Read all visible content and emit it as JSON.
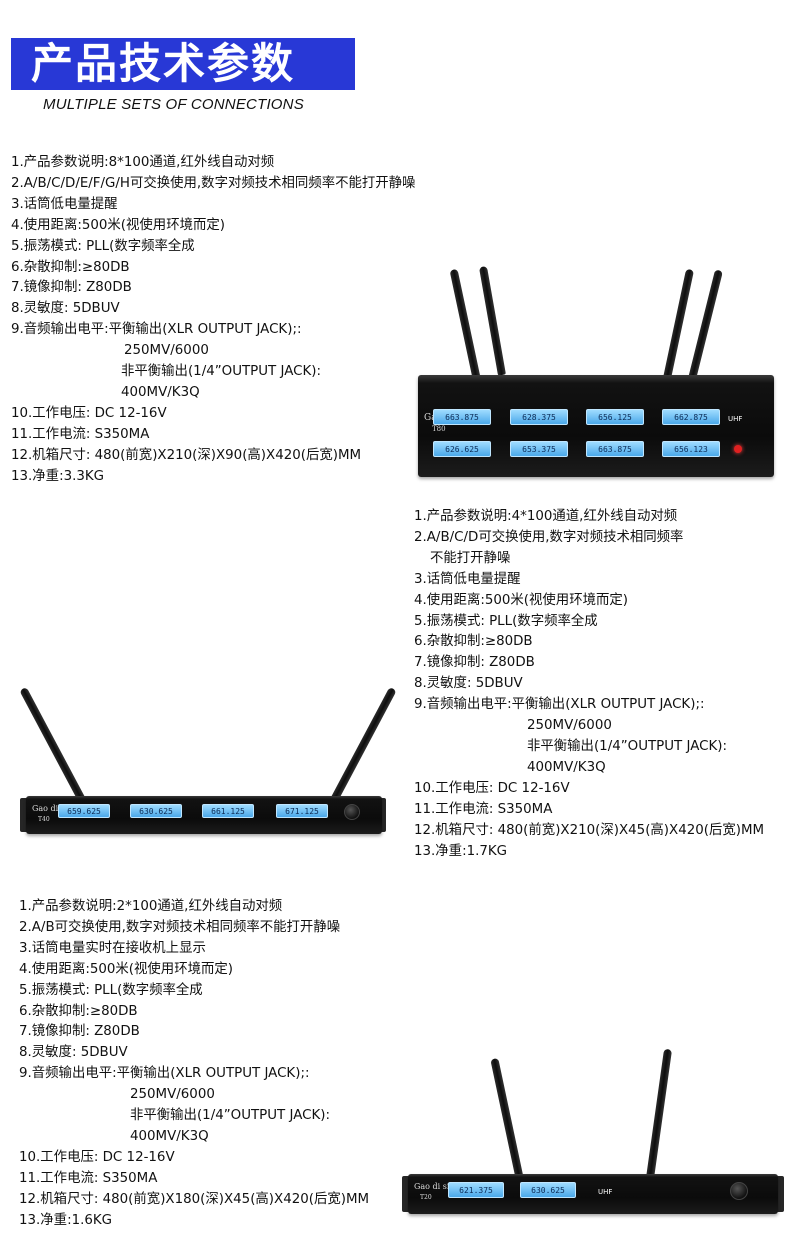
{
  "header": {
    "title": "产品技术参数",
    "subtitle": "MULTIPLE SETS OF CONNECTIONS"
  },
  "spec_group_1": [
    "1.产品参数说明:8*100通道,红外线自动对频",
    "2.A/B/C/D/E/F/G/H可交换使用,数字对频技术相同频率不能打开静噪",
    "3.话筒低电量提醒",
    "4.使用距离:500米(视使用环境而定)",
    "5.振荡模式: PLL(数字频率全成",
    "6.杂散抑制:≥80DB",
    "7.镜像抑制: Z80DB",
    "8.灵敏度: 5DBUV",
    "9.音频输出电平:平衡输出(XLR OUTPUT JACK);:",
    "250MV/6000",
    "非平衡输出(1/4”OUTPUT JACK):",
    "400MV/K3Q",
    "10.工作电压: DC 12-16V",
    "11.工作电流: S350MA",
    "12.机箱尺寸: 480(前宽)X210(深)X90(高)X420(后宽)MM",
    "13.净重:3.3KG"
  ],
  "spec_group_2": [
    "1.产品参数说明:4*100通道,红外线自动对频",
    "2.A/B/C/D可交换使用,数字对频技术相同频率",
    "不能打开静噪",
    "3.话筒低电量提醒",
    "4.使用距离:500米(视使用环境而定)",
    "5.振荡模式: PLL(数字频率全成",
    "6.杂散抑制:≥80DB",
    "7.镜像抑制: Z80DB",
    "8.灵敏度: 5DBUV",
    "9.音频输出电平:平衡输出(XLR OUTPUT JACK);:",
    "250MV/6000",
    "非平衡输出(1/4”OUTPUT JACK):",
    "400MV/K3Q",
    "10.工作电压: DC 12-16V",
    "11.工作电流: S350MA",
    "12.机箱尺寸: 480(前宽)X210(深)X45(高)X420(后宽)MM",
    "13.净重:1.7KG"
  ],
  "spec_group_3": [
    "1.产品参数说明:2*100通道,红外线自动对频",
    "2.A/B可交换使用,数字对频技术相同频率不能打开静噪",
    "3.话筒电量实时在接收机上显示",
    "4.使用距离:500米(视使用环境而定)",
    "5.振荡模式: PLL(数字频率全成",
    "6.杂散抑制:≥80DB",
    "7.镜像抑制: Z80DB",
    "8.灵敏度: 5DBUV",
    "9.音频输出电平:平衡输出(XLR OUTPUT JACK);:",
    "250MV/6000",
    "非平衡输出(1/4”OUTPUT JACK):",
    "400MV/K3Q",
    "10.工作电压: DC 12-16V",
    "11.工作电流: S350MA",
    "12.机箱尺寸: 480(前宽)X180(深)X45(高)X420(后宽)MM",
    "13.净重:1.6KG"
  ],
  "device_t80": {
    "brand": "Gao di si",
    "model": "T80",
    "badge": "UHF",
    "lcd_values": [
      "663.875",
      "628.375",
      "656.125",
      "662.875",
      "626.625",
      "653.375",
      "663.875",
      "656.123"
    ]
  },
  "device_t40": {
    "brand": "Gao di si",
    "model": "T40",
    "lcd_values": [
      "659.625",
      "630.625",
      "661.125",
      "671.125"
    ]
  },
  "device_t20": {
    "brand": "Gao di si",
    "model": "T20",
    "badge": "UHF",
    "lcd_values": [
      "621.375",
      "630.625"
    ]
  }
}
